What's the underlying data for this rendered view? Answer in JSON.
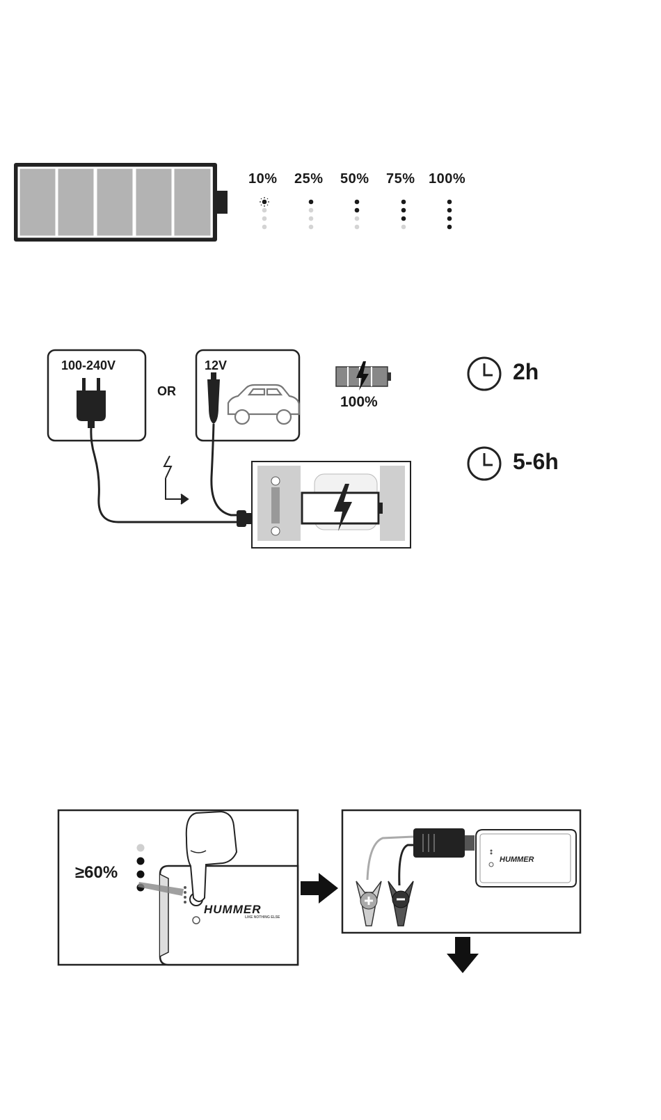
{
  "battery_levels": {
    "labels": [
      "10%",
      "25%",
      "50%",
      "75%",
      "100%"
    ],
    "lit_leds": [
      1,
      1,
      2,
      3,
      4
    ],
    "total_leds": 4,
    "blinking_at": "10%"
  },
  "charging": {
    "ac_label": "100-240V",
    "or_label": "OR",
    "car_label": "12V",
    "full_label": "100%",
    "ac_time": "2h",
    "car_time": "5-6h"
  },
  "jump_start": {
    "threshold": "≥60%",
    "brand": "HUMMER",
    "tagline": "LIKE NOTHING ELSE"
  },
  "colors": {
    "ink": "#1a1a1a",
    "gray": "#9a9a9a",
    "light": "#d4d4d4",
    "cell": "#b7b7b7"
  }
}
